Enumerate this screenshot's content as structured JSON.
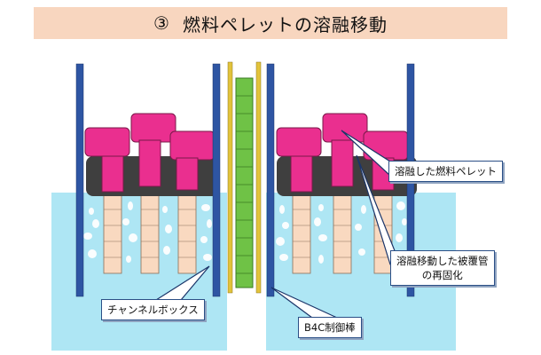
{
  "title": {
    "number": "③",
    "text": "燃料ペレットの溶融移動"
  },
  "labels": {
    "molten_pellet": "溶融した燃料ペレット",
    "relocated_cladding_line1": "溶融移動した被覆管",
    "relocated_cladding_line2": "の再固化",
    "channel_box": "チャンネルボックス",
    "control_rod": "B4C制御棒"
  },
  "colors": {
    "coolant": "#aee6f4",
    "channel_box": "#2e55a3",
    "pellet_molten": "#ea2f8f",
    "cladding_resolidified": "#3f3f3f",
    "fuel_rod": "#f9d9c0",
    "control_rod_core": "#6fc246",
    "control_rod_sheath": "#e2c33b",
    "bubble": "#ffffff"
  },
  "icons": [
    "leader-line",
    "bubble"
  ]
}
